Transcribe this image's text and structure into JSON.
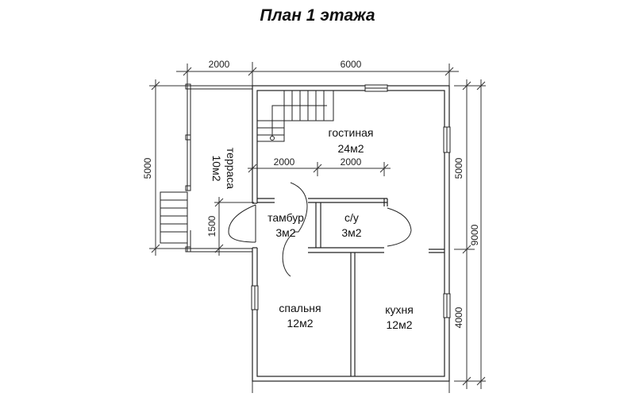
{
  "title": "План 1 этажа",
  "dimensions": {
    "terrace_width": "2000",
    "house_width": "6000",
    "inner_left": "2000",
    "inner_right": "2000",
    "terrace_depth": "5000",
    "entry_depth": "1500",
    "right_top": "5000",
    "right_bottom": "4000",
    "total_depth": "9000"
  },
  "rooms": {
    "living": {
      "name": "гостиная",
      "area": "24м2"
    },
    "terrace": {
      "name": "терраса",
      "area": "10м2"
    },
    "vestibule": {
      "name": "тамбур",
      "area": "3м2"
    },
    "bathroom": {
      "name": "с/у",
      "area": "3м2"
    },
    "bedroom": {
      "name": "спальня",
      "area": "12м2"
    },
    "kitchen": {
      "name": "кухня",
      "area": "12м2"
    }
  }
}
